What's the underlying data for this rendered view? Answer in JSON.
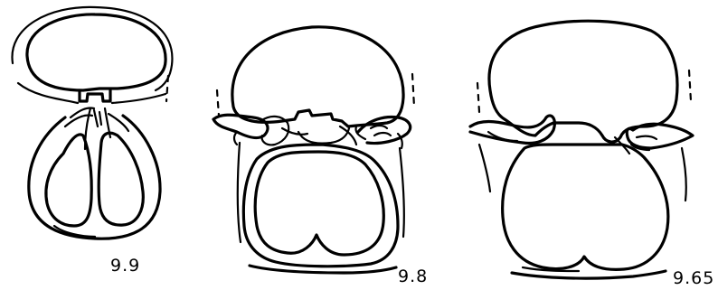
{
  "figures": [
    {
      "label": "9.9"
    },
    {
      "label": "9.8"
    },
    {
      "label": "9.65"
    }
  ]
}
